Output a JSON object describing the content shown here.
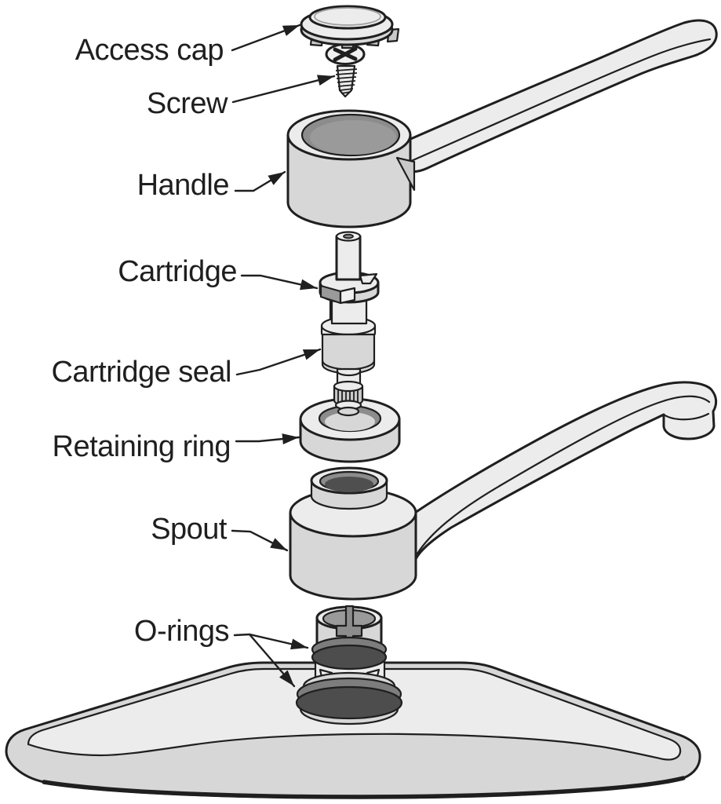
{
  "diagram": {
    "type": "exploded-parts-diagram",
    "subject": "Single-handle faucet exploded view",
    "labels": [
      {
        "id": "access-cap",
        "text": "Access cap"
      },
      {
        "id": "screw",
        "text": "Screw"
      },
      {
        "id": "handle",
        "text": "Handle"
      },
      {
        "id": "cartridge",
        "text": "Cartridge"
      },
      {
        "id": "cartridge-seal",
        "text": "Cartridge seal"
      },
      {
        "id": "retaining-ring",
        "text": "Retaining ring"
      },
      {
        "id": "spout",
        "text": "Spout"
      },
      {
        "id": "o-rings",
        "text": "O-rings"
      }
    ],
    "colors": {
      "outline": "#1f1f1f",
      "surfaceLight": "#ececec",
      "surfaceMid": "#d7d7d7",
      "surfaceShade": "#c9c9c9",
      "boreGray": "#9a9a9a",
      "boreShadow": "#8c8c8c",
      "holeDark": "#4f4f4f",
      "oringDark": "#4d4d4d",
      "oringMid": "#7d7d7d",
      "background": "#ffffff"
    }
  }
}
